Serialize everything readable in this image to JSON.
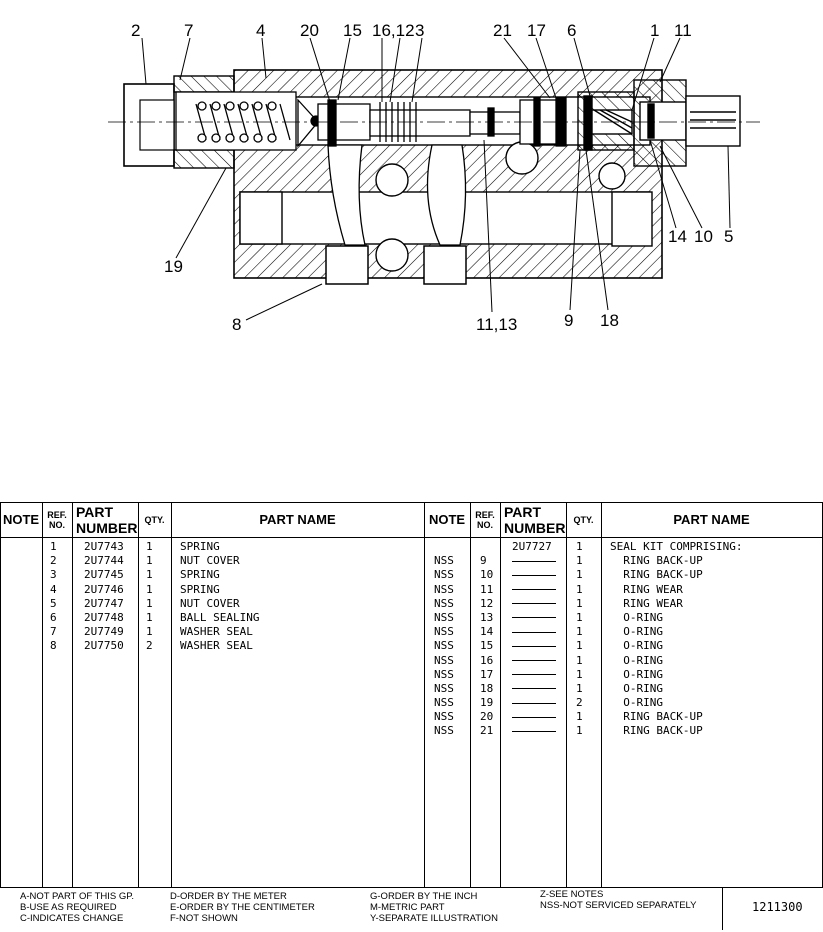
{
  "diagram": {
    "callouts": [
      "2",
      "7",
      "4",
      "20",
      "15",
      "16,12",
      "3",
      "21",
      "17",
      "6",
      "1",
      "11",
      "19",
      "14",
      "10",
      "5",
      "8",
      "11,13",
      "9",
      "18"
    ]
  },
  "table": {
    "headers": {
      "note": "NOTE",
      "ref": [
        "REF.",
        "NO."
      ],
      "part": [
        "PART",
        "NUMBER"
      ],
      "qty": "QTY.",
      "name": "PART NAME"
    },
    "left_rows": [
      {
        "ref": "1",
        "part": "2U7743",
        "qty": "1",
        "name": "SPRING"
      },
      {
        "ref": "2",
        "part": "2U7744",
        "qty": "1",
        "name": "NUT COVER"
      },
      {
        "ref": "3",
        "part": "2U7745",
        "qty": "1",
        "name": "SPRING"
      },
      {
        "ref": "4",
        "part": "2U7746",
        "qty": "1",
        "name": "SPRING"
      },
      {
        "ref": "5",
        "part": "2U7747",
        "qty": "1",
        "name": "NUT COVER"
      },
      {
        "ref": "6",
        "part": "2U7748",
        "qty": "1",
        "name": "BALL SEALING"
      },
      {
        "ref": "7",
        "part": "2U7749",
        "qty": "1",
        "name": "WASHER SEAL"
      },
      {
        "ref": "8",
        "part": "2U7750",
        "qty": "2",
        "name": "WASHER SEAL"
      }
    ],
    "right_rows": [
      {
        "note": "",
        "ref": "",
        "part": "2U7727",
        "qty": "1",
        "name": "SEAL KIT COMPRISING:"
      },
      {
        "note": "NSS",
        "ref": "9",
        "part": "",
        "qty": "1",
        "name": "  RING BACK-UP"
      },
      {
        "note": "NSS",
        "ref": "10",
        "part": "",
        "qty": "1",
        "name": "  RING BACK-UP"
      },
      {
        "note": "NSS",
        "ref": "11",
        "part": "",
        "qty": "1",
        "name": "  RING WEAR"
      },
      {
        "note": "NSS",
        "ref": "12",
        "part": "",
        "qty": "1",
        "name": "  RING WEAR"
      },
      {
        "note": "NSS",
        "ref": "13",
        "part": "",
        "qty": "1",
        "name": "  O-RING"
      },
      {
        "note": "NSS",
        "ref": "14",
        "part": "",
        "qty": "1",
        "name": "  O-RING"
      },
      {
        "note": "NSS",
        "ref": "15",
        "part": "",
        "qty": "1",
        "name": "  O-RING"
      },
      {
        "note": "NSS",
        "ref": "16",
        "part": "",
        "qty": "1",
        "name": "  O-RING"
      },
      {
        "note": "NSS",
        "ref": "17",
        "part": "",
        "qty": "1",
        "name": "  O-RING"
      },
      {
        "note": "NSS",
        "ref": "18",
        "part": "",
        "qty": "1",
        "name": "  O-RING"
      },
      {
        "note": "NSS",
        "ref": "19",
        "part": "",
        "qty": "2",
        "name": "  O-RING"
      },
      {
        "note": "NSS",
        "ref": "20",
        "part": "",
        "qty": "1",
        "name": "  RING BACK-UP"
      },
      {
        "note": "NSS",
        "ref": "21",
        "part": "",
        "qty": "1",
        "name": "  RING BACK-UP"
      }
    ]
  },
  "legend": {
    "col1": [
      "A-NOT PART OF THIS GP.",
      "B-USE AS REQUIRED",
      "C-INDICATES CHANGE"
    ],
    "col2": [
      "D-ORDER BY THE METER",
      "E-ORDER BY THE CENTIMETER",
      "F-NOT SHOWN"
    ],
    "col3": [
      "G-ORDER BY THE INCH",
      "M-METRIC PART",
      "Y-SEPARATE ILLUSTRATION"
    ],
    "col4": [
      "Z-SEE NOTES",
      "NSS-NOT SERVICED SEPARATELY"
    ],
    "illustration_number": "1211300"
  }
}
